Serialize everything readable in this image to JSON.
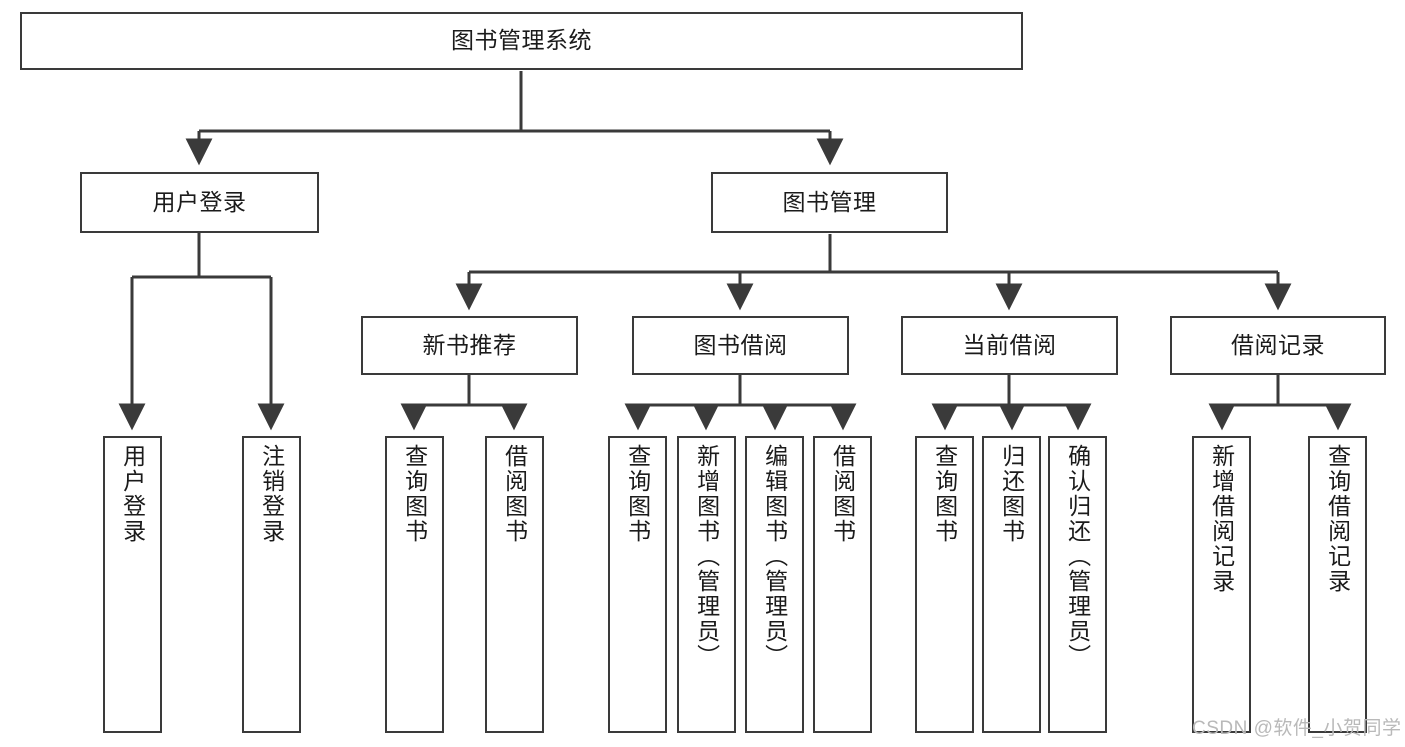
{
  "diagram": {
    "type": "tree-hierarchy-chart",
    "title": "图书管理系统",
    "stroke_color": "#3a3a3a",
    "fill_color": "#ffffff",
    "text_color": "#1b1b1b",
    "root": {
      "id": "root",
      "label": "图书管理系统"
    },
    "level2": [
      {
        "id": "user-login",
        "label": "用户登录"
      },
      {
        "id": "book-management",
        "label": "图书管理"
      }
    ],
    "level3": [
      {
        "id": "new-book-recommend",
        "label": "新书推荐",
        "parent": "book-management"
      },
      {
        "id": "book-borrow",
        "label": "图书借阅",
        "parent": "book-management"
      },
      {
        "id": "current-borrow",
        "label": "当前借阅",
        "parent": "book-management"
      },
      {
        "id": "borrow-record",
        "label": "借阅记录",
        "parent": "book-management"
      }
    ],
    "leaves": [
      {
        "id": "leaf-user-login",
        "label": "用户登录",
        "parent": "user-login"
      },
      {
        "id": "leaf-logout-login",
        "label": "注销登录",
        "parent": "user-login"
      },
      {
        "id": "leaf-query-book-1",
        "label": "查询图书",
        "parent": "new-book-recommend"
      },
      {
        "id": "leaf-borrow-book-1",
        "label": "借阅图书",
        "parent": "new-book-recommend"
      },
      {
        "id": "leaf-query-book-2",
        "label": "查询图书",
        "parent": "book-borrow"
      },
      {
        "id": "leaf-add-book-admin",
        "label": "新增图书（管理员）",
        "parent": "book-borrow"
      },
      {
        "id": "leaf-edit-book-admin",
        "label": "编辑图书（管理员）",
        "parent": "book-borrow"
      },
      {
        "id": "leaf-borrow-book-2",
        "label": "借阅图书",
        "parent": "book-borrow"
      },
      {
        "id": "leaf-query-book-3",
        "label": "查询图书",
        "parent": "current-borrow"
      },
      {
        "id": "leaf-return-book",
        "label": "归还图书",
        "parent": "current-borrow"
      },
      {
        "id": "leaf-confirm-return-admin",
        "label": "确认归还（管理员）",
        "parent": "current-borrow"
      },
      {
        "id": "leaf-add-borrow-record",
        "label": "新增借阅记录",
        "parent": "borrow-record"
      },
      {
        "id": "leaf-query-borrow-record",
        "label": "查询借阅记录",
        "parent": "borrow-record"
      }
    ]
  },
  "watermark": {
    "text": "CSDN @软件_小贺同学"
  }
}
